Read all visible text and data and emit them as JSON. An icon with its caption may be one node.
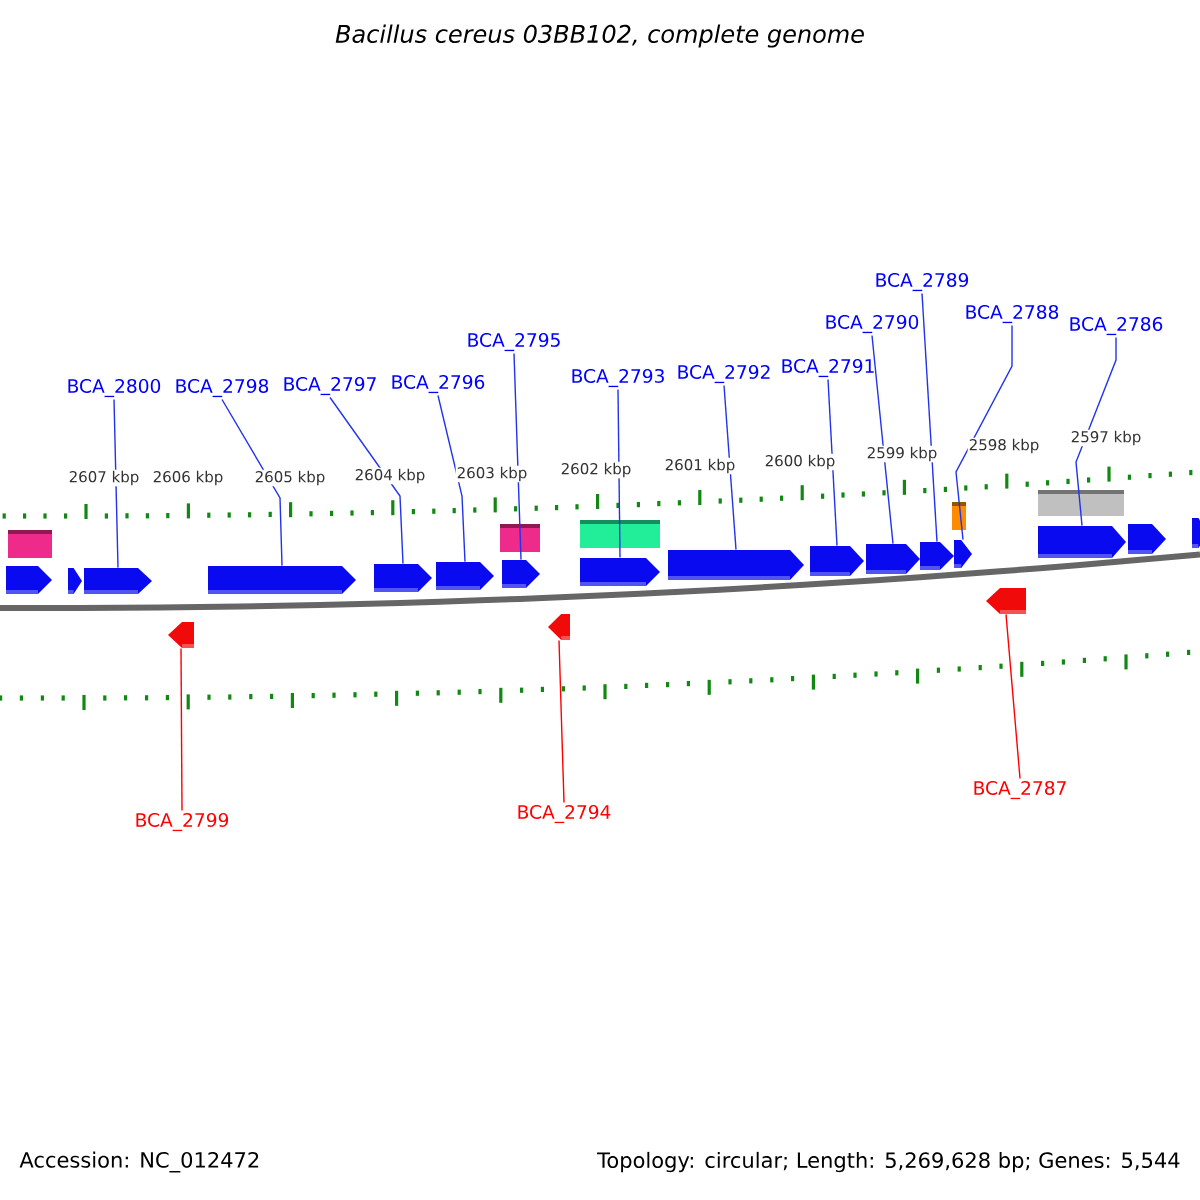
{
  "diagram": {
    "title": "Bacillus cereus 03BB102, complete genome",
    "nodes": [
      {
        "text": [
          "BCA_2800"
        ]
      },
      {
        "text": [
          "BCA_2798"
        ]
      },
      {
        "text": [
          "BCA_2797"
        ]
      },
      {
        "text": [
          "BCA_2796"
        ]
      },
      {
        "text": [
          "BCA_2795"
        ]
      },
      {
        "text": [
          "BCA_2793"
        ]
      },
      {
        "text": [
          "BCA_2792"
        ]
      },
      {
        "text": [
          "BCA_2791"
        ]
      },
      {
        "text": [
          "BCA_2790"
        ]
      },
      {
        "text": [
          "BCA_2789"
        ]
      },
      {
        "text": [
          "BCA_2788"
        ]
      },
      {
        "text": [
          "BCA_2786"
        ]
      },
      {
        "text": [],
        "shape": "bar"
      },
      {
        "text": [],
        "shape": "bar"
      },
      {
        "text": [],
        "shape": "bar"
      },
      {
        "text": [],
        "shape": "bar"
      },
      {
        "text": [],
        "shape": "bar"
      },
      {
        "text": [],
        "shape": "pentagon"
      },
      {
        "text": [],
        "shape": "pentagon"
      },
      {
        "text": [],
        "shape": "pentagon"
      },
      {
        "text": [],
        "shape": "pentagon"
      },
      {
        "text": [],
        "shape": "pentagon"
      },
      {
        "text": [],
        "shape": "pentagon"
      },
      {
        "text": [],
        "shape": "pentagon"
      },
      {
        "text": [],
        "shape": "pentagon"
      },
      {
        "text": [],
        "shape": "pentagon"
      },
      {
        "text": [],
        "shape": "pentagon"
      },
      {
        "text": [],
        "shape": "pentagon"
      },
      {
        "text": [],
        "shape": "pentagon"
      },
      {
        "text": [],
        "shape": "pentagon"
      },
      {
        "text": [],
        "shape": "pentagon"
      },
      {
        "text": [],
        "shape": "pentagon"
      },
      {
        "text": [],
        "shape": "pentagon"
      },
      {
        "text": [],
        "shape": "pentagon"
      },
      {
        "text": [],
        "shape": "pentagon"
      },
      {
        "text": [],
        "shape": "pentagon"
      },
      {
        "text": [
          "BCA_2799"
        ]
      },
      {
        "text": [
          "BCA_2794"
        ]
      },
      {
        "text": [
          "BCA_2787"
        ]
      }
    ],
    "edges": [
      {
        "from": 0,
        "to": 19,
        "arrow": "none"
      },
      {
        "from": 1,
        "to": 20,
        "arrow": "none"
      },
      {
        "from": 2,
        "to": 21,
        "arrow": "none"
      },
      {
        "from": 3,
        "to": 22,
        "arrow": "none"
      },
      {
        "from": 4,
        "to": 23,
        "arrow": "none"
      },
      {
        "from": 5,
        "to": 24,
        "arrow": "none"
      },
      {
        "from": 6,
        "to": 25,
        "arrow": "none"
      },
      {
        "from": 7,
        "to": 26,
        "arrow": "none"
      },
      {
        "from": 8,
        "to": 27,
        "arrow": "none"
      },
      {
        "from": 9,
        "to": 28,
        "arrow": "none"
      },
      {
        "from": 10,
        "to": 29,
        "arrow": "none"
      },
      {
        "from": 11,
        "to": 30,
        "arrow": "none"
      },
      {
        "from": 36,
        "to": 33,
        "arrow": "none",
        "color": "#ff0000"
      },
      {
        "from": 37,
        "to": 34,
        "arrow": "none",
        "color": "#ff0000"
      },
      {
        "from": 38,
        "to": 35,
        "arrow": "none",
        "color": "#ff0000"
      }
    ],
    "labels": [
      "2607 kbp",
      "2606 kbp",
      "2605 kbp",
      "2604 kbp",
      "2603 kbp",
      "2602 kbp",
      "2601 kbp",
      "2600 kbp",
      "2599 kbp",
      "2598 kbp",
      "2597 kbp",
      "Accession: NC_012472",
      "Topology: circular; Length: 5,269,628 bp; Genes: 5,544"
    ]
  }
}
